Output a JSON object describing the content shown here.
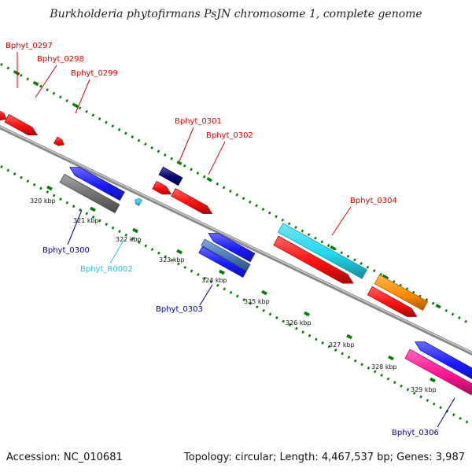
{
  "title": "Burkholderia phytofirmans PsJN chromosome 1, complete genome",
  "footer": {
    "accession": "Accession: NC_010681",
    "topology": "Topology: circular; Length: 4,467,537 bp; Genes: 3,987"
  },
  "colors": {
    "red": "#ff1010",
    "blue": "#1a1aff",
    "navy": "#000070",
    "gray": "#707070",
    "cyan": "#22d8ee",
    "light_blue": "#33c7ee",
    "orange": "#ff8c00",
    "magenta": "#ff1493",
    "steel": "#4a7ab8",
    "green_tick": "#0a7a0a",
    "label_red": "#dd0000",
    "label_blue": "#000099",
    "label_cyan": "#33bbee"
  },
  "kbp_labels": [
    "320 kbp",
    "321 kbp",
    "322 kbp",
    "323 kbp",
    "324 kbp",
    "325 kbp",
    "326 kbp",
    "327 kbp",
    "328 kbp",
    "329 kbp"
  ],
  "gene_labels": [
    "Bphyt_0297",
    "Bphyt_0298",
    "Bphyt_0299",
    "Bphyt_0301",
    "Bphyt_0302",
    "Bphyt_0304",
    "Bphyt_0300",
    "Bphyt_R0002",
    "Bphyt_0303",
    "Bphyt_0306"
  ]
}
